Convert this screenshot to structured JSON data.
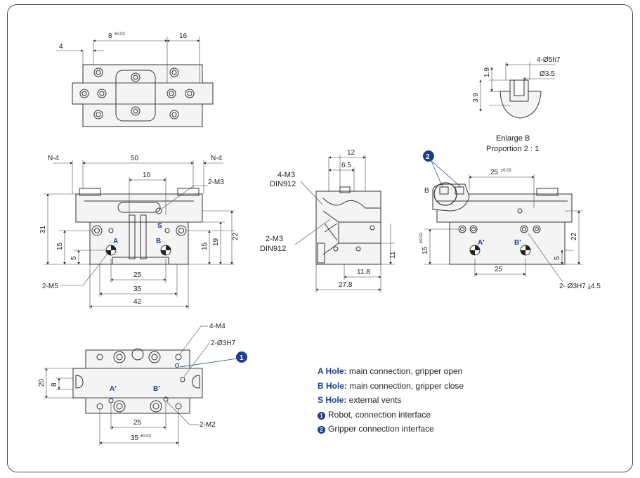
{
  "colors": {
    "accent": "#1e3d8f",
    "line": "#333333",
    "frame": "#4a4a4a"
  },
  "top_view": {
    "dim_4": "4",
    "dim_8": "8",
    "tol_8": "±0.02",
    "dim_16": "16"
  },
  "enlarge": {
    "dim_4_05h7": "4-Ø5h7",
    "dim_035": "Ø3.5",
    "dim_19": "1.9",
    "dim_39": "3.9",
    "title": "Enlarge B",
    "proportion": "Proportion 2 : 1"
  },
  "front_view": {
    "n4_left": "N-4",
    "n4_right": "N-4",
    "dim_50": "50",
    "dim_10": "10",
    "m3": "2-M3",
    "dim_31": "31",
    "dim_15_left": "15",
    "dim_5": "5",
    "dim_15_right": "15",
    "dim_19": "19",
    "dim_22": "22",
    "label_A": "A",
    "label_B": "B",
    "label_S": "S",
    "m5": "2-M5",
    "dim_25": "25",
    "dim_35": "35",
    "dim_42": "42"
  },
  "side_view": {
    "m3_top_1": "4-M3",
    "m3_top_2": "DIN912",
    "dim_12": "12",
    "dim_65": "6.5",
    "m3_bot_1": "2-M3",
    "m3_bot_2": "DIN912",
    "dim_11": "11",
    "dim_118": "11.8",
    "dim_278": "27.8"
  },
  "rear_view": {
    "marker_2": "2",
    "label_B": "B",
    "dim_25": "25",
    "tol_25": "±0.02",
    "dim_15": "15",
    "tol_15": "±0.02",
    "dim_22": "22",
    "dim_5": "5",
    "label_A1": "A'",
    "label_B1": "B'",
    "dim_25b": "25",
    "holes": "2- Ø3H7 ⤓4.5"
  },
  "bottom_view": {
    "m4": "4-M4",
    "h7": "2-Ø3H7",
    "marker_1": "1",
    "dim_20": "20",
    "dim_8": "8",
    "label_A1": "A'",
    "label_B1": "B'",
    "dim_25": "25",
    "m2": "2-M2",
    "dim_35": "35",
    "tol_35": "±0.02"
  },
  "legend": [
    {
      "key": "A Hole:",
      "text": " main connection, gripper open"
    },
    {
      "key": "B Hole:",
      "text": " main connection, gripper close"
    },
    {
      "key": "S Hole:",
      "text": " external vents"
    },
    {
      "num": "1",
      "text": "Robot, connection interface"
    },
    {
      "num": "2",
      "text": "Gripper connection interface"
    }
  ]
}
